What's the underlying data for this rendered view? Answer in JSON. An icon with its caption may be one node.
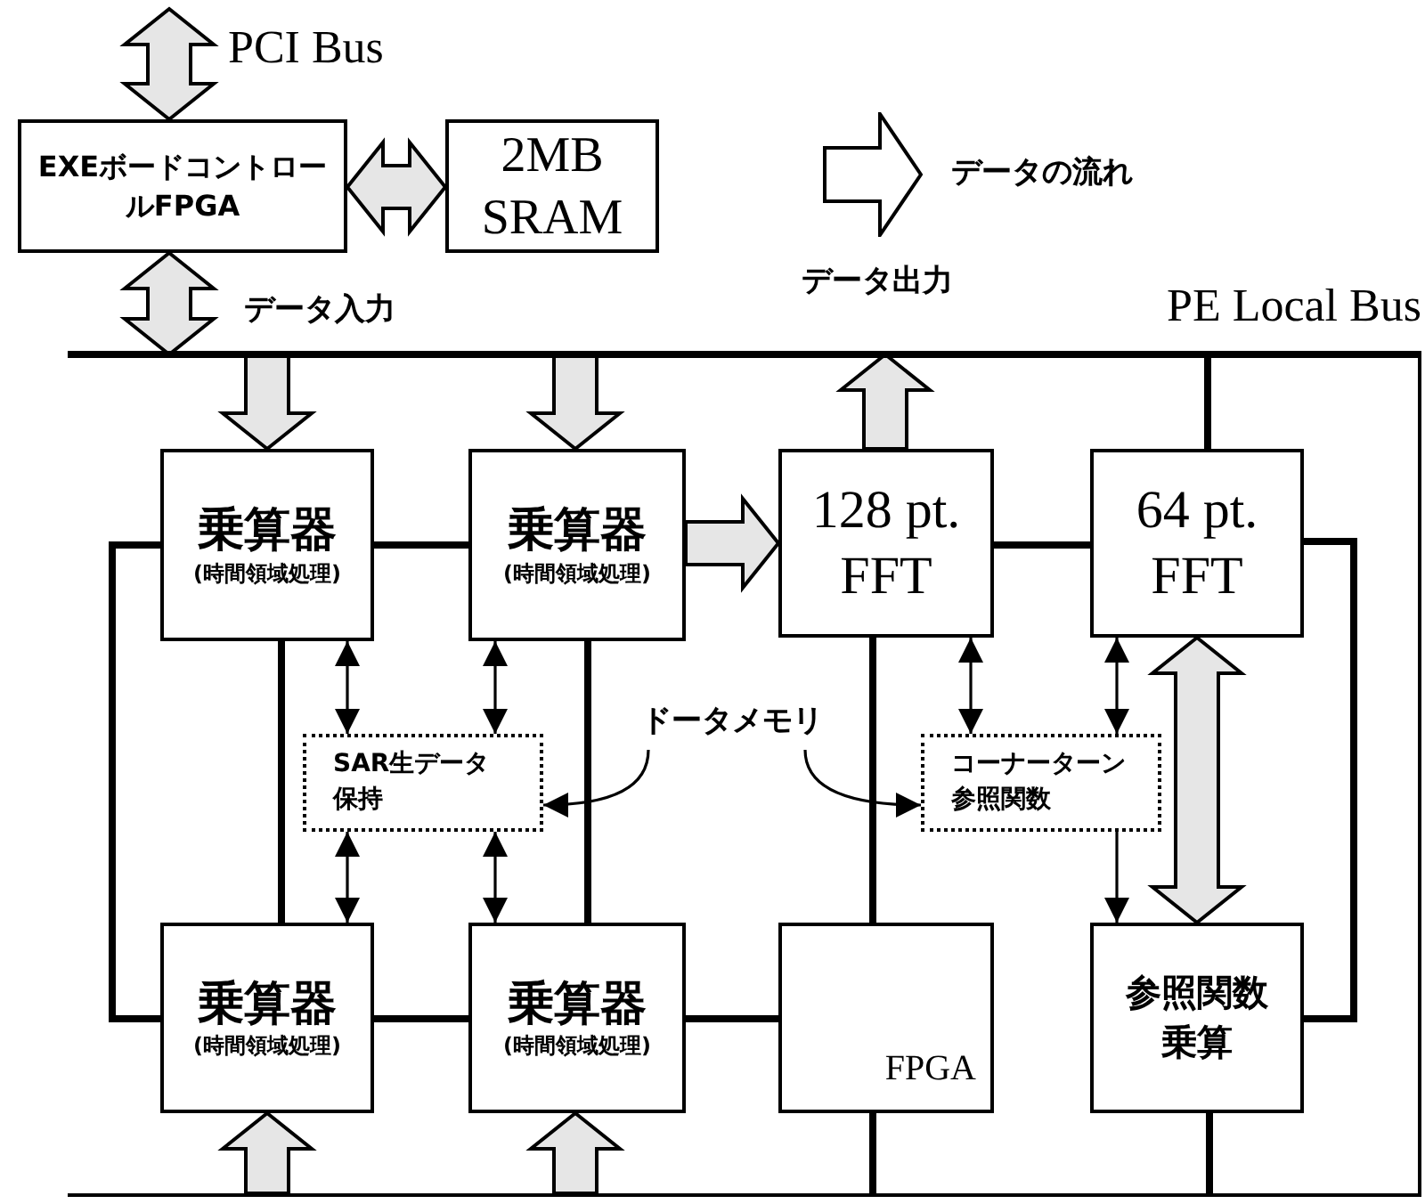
{
  "diagram": {
    "nodes": [
      {
        "text": [],
        "shape": "bar",
        "beside": [
          "PE Local Bus"
        ]
      },
      {
        "text": [
          "EXEボードコントロールFPGA"
        ]
      },
      {
        "text": [
          "2MB SRAM"
        ]
      },
      {
        "text": [
          "乗算器",
          "(時間領域処理)"
        ],
        "in": 0
      },
      {
        "text": [
          "乗算器",
          "(時間領域処理)"
        ],
        "in": 0
      },
      {
        "text": [
          "128 pt. FFT"
        ],
        "in": 0
      },
      {
        "text": [
          "64 pt. FFT"
        ],
        "in": 0
      },
      {
        "text": [
          "SAR生データ保持"
        ],
        "in": 0
      },
      {
        "text": [
          "ドータメモリ"
        ],
        "in": 0
      },
      {
        "text": [
          "コーナーターン参照関数"
        ],
        "in": 0
      },
      {
        "text": [
          "乗算器",
          "(時間領域処理)"
        ],
        "in": 0
      },
      {
        "text": [
          "乗算器",
          "(時間領域処理)"
        ],
        "in": 0
      },
      {
        "text": [
          "FPGA"
        ],
        "in": 0
      },
      {
        "text": [
          "参照関数乗算"
        ],
        "in": 0
      }
    ],
    "edges": [
      {
        "from": null,
        "to": 1,
        "arrow": "both",
        "style": "thick",
        "label": "PCI Bus"
      },
      {
        "from": 1,
        "to": 2,
        "arrow": "both",
        "style": "thick"
      },
      {
        "from": 1,
        "to": 0,
        "arrow": "both",
        "style": "thick",
        "label": "データ入力"
      },
      {
        "from": 0,
        "to": 3,
        "arrow": "to",
        "style": "thick"
      },
      {
        "from": 0,
        "to": 4,
        "arrow": "to",
        "style": "thick"
      },
      {
        "from": 4,
        "to": 5,
        "arrow": "to",
        "style": "thick"
      },
      {
        "from": 5,
        "to": 0,
        "arrow": "to",
        "style": "thick",
        "label": "データ出力"
      },
      {
        "from": 6,
        "to": 12,
        "arrow": "both",
        "style": "thick"
      },
      {
        "from": 0,
        "to": 10,
        "arrow": "to",
        "style": "thick"
      },
      {
        "from": 0,
        "to": 11,
        "arrow": "to",
        "style": "thick"
      },
      {
        "from": 3,
        "to": 7,
        "arrow": "both"
      },
      {
        "from": 4,
        "to": 7,
        "arrow": "both"
      },
      {
        "from": 7,
        "to": 10,
        "arrow": "both"
      },
      {
        "from": 7,
        "to": 11,
        "arrow": "both"
      },
      {
        "from": 5,
        "to": 9,
        "arrow": "both"
      },
      {
        "from": 6,
        "to": 9,
        "arrow": "both"
      },
      {
        "from": 9,
        "to": 13,
        "arrow": "to"
      },
      {
        "from": 8,
        "to": 7,
        "arrow": "to"
      },
      {
        "from": 8,
        "to": 9,
        "arrow": "to"
      },
      {
        "from": 3,
        "to": 4,
        "arrow": "none"
      },
      {
        "from": 5,
        "to": 6,
        "arrow": "none"
      },
      {
        "from": 6,
        "to": 0,
        "arrow": "none"
      },
      {
        "from": 3,
        "to": 10,
        "arrow": "none"
      },
      {
        "from": 3,
        "to": 10,
        "arrow": "none"
      },
      {
        "from": 4,
        "to": 11,
        "arrow": "none"
      },
      {
        "from": 10,
        "to": 11,
        "arrow": "none"
      },
      {
        "from": 11,
        "to": 12,
        "arrow": "none"
      },
      {
        "from": 5,
        "to": 12,
        "arrow": "none"
      },
      {
        "from": 12,
        "to": 0,
        "arrow": "none"
      },
      {
        "from": 13,
        "to": 0,
        "arrow": "none"
      },
      {
        "from": 6,
        "to": 13,
        "arrow": "none"
      }
    ],
    "legend": [
      {
        "text": "データの流れ"
      }
    ]
  }
}
